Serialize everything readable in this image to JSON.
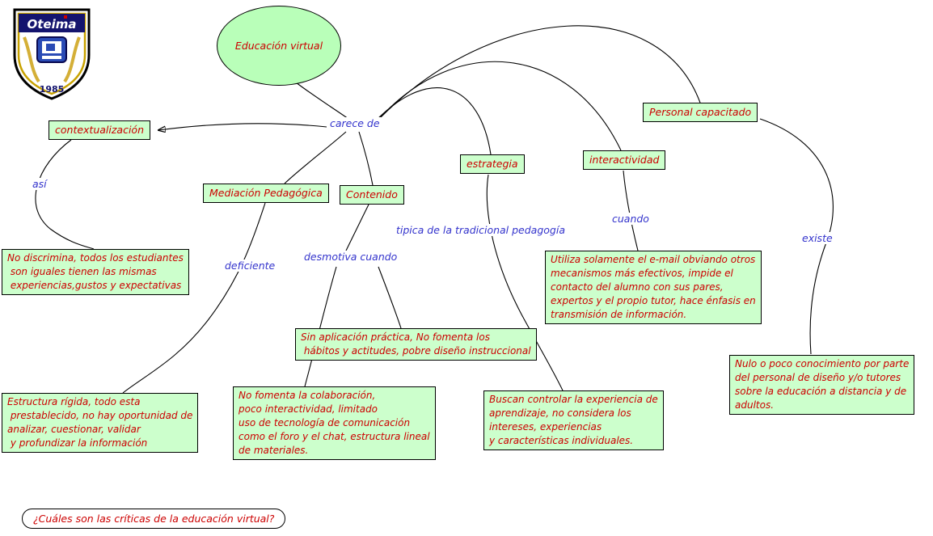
{
  "colors": {
    "node_fill": "#ccffcc",
    "ellipse_fill": "#b9ffb9",
    "node_border": "#000000",
    "concept_text": "#cc0000",
    "link_text": "#3333cc"
  },
  "logo": {
    "name": "Oteima",
    "year": "1985"
  },
  "root_concept": "Educación virtual",
  "linking_phrases": {
    "carece_de": "carece de",
    "asi": "así",
    "deficiente": "deficiente",
    "desmotiva_cuando": "desmotiva cuando",
    "tipica": "tipica de la tradicional pedagogía",
    "cuando": "cuando",
    "existe": "existe"
  },
  "concepts": {
    "contextualizacion": "contextualización",
    "mediacion_pedagogica": "Mediación Pedagógica",
    "contenido": "Contenido",
    "estrategia": "estrategia",
    "interactividad": "interactividad",
    "personal_capacitado": "Personal capacitado"
  },
  "details": {
    "no_discrimina": "No discrimina, todos los estudiantes\n son iguales tienen las mismas\n experiencias,gustos y expectativas",
    "estructura_rigida": "Estructura rígida, todo esta\n prestablecido, no hay oportunidad de\nanalizar, cuestionar, validar\n y profundizar la información",
    "no_fomenta": "No fomenta la colaboración,\npoco interactividad, limitado\nuso de tecnología de comunicación\ncomo el foro y el chat, estructura lineal\nde materiales.",
    "sin_aplicacion": "Sin aplicación práctica, No fomenta los\n hábitos y actitudes, pobre diseño instruccional",
    "buscan_controlar": "Buscan controlar la experiencia de\naprendizaje, no considera los\nintereses, experiencias\ny características individuales.",
    "utiliza_email": "Utiliza solamente el e-mail obviando otros\nmecanismos más efectivos, impide el\ncontacto del alumno con sus pares,\nexpertos y el propio tutor, hace énfasis en\ntransmisión de información.",
    "nulo_conocimiento": "Nulo o poco conocimiento por parte\ndel personal de diseño y/o tutores\nsobre la educación a distancia y de\nadultos."
  },
  "question": "¿Cuáles son las críticas de la educación virtual?"
}
